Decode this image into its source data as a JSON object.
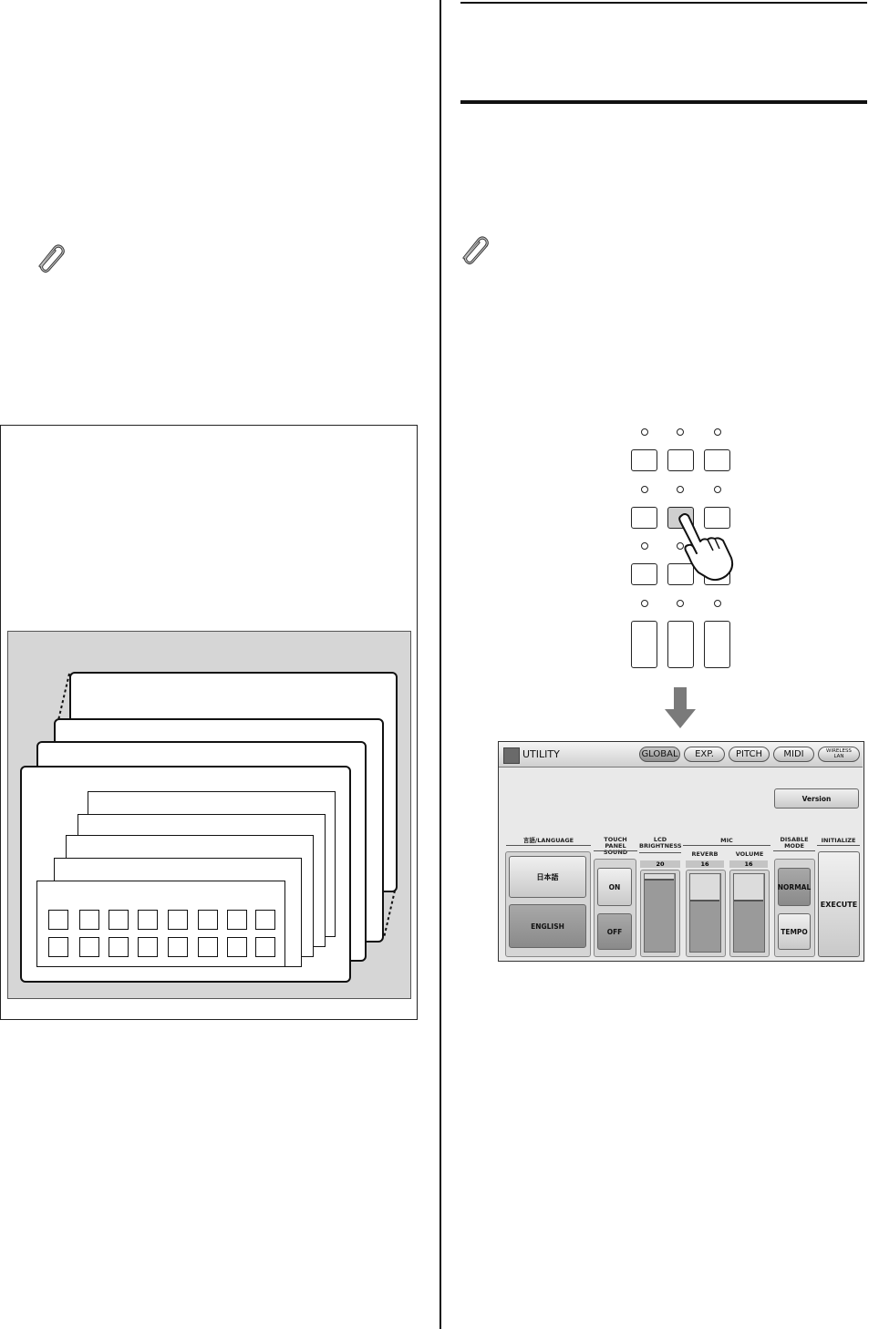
{
  "lcd": {
    "title": "UTILITY",
    "tabs": [
      "GLOBAL",
      "EXP.",
      "PITCH",
      "MIDI",
      "WIRELESS LAN"
    ],
    "version_button": "Version",
    "sections": {
      "language": {
        "header": "言語/LANGUAGE",
        "options": [
          "日本語",
          "ENGLISH"
        ],
        "selected": "ENGLISH"
      },
      "touch_panel_sound": {
        "header": [
          "TOUCH PANEL",
          "SOUND"
        ],
        "options": [
          "ON",
          "OFF"
        ],
        "selected": "OFF"
      },
      "lcd_brightness": {
        "header": [
          "LCD",
          "BRIGHTNESS"
        ],
        "value": "20"
      },
      "mic": {
        "header": "MIC",
        "reverb_label": "REVERB",
        "reverb_value": "16",
        "volume_label": "VOLUME",
        "volume_value": "16"
      },
      "disable_mode": {
        "header": [
          "DISABLE",
          "MODE"
        ],
        "options": [
          "NORMAL",
          "TEMPO"
        ],
        "selected": "NORMAL"
      },
      "initialize": {
        "header": "INITIALIZE",
        "button": "EXECUTE"
      }
    }
  },
  "icons": {
    "note_left": "paperclip-icon",
    "note_right": "paperclip-icon",
    "arrow": "arrow-down-icon",
    "hand": "pointing-hand-icon"
  },
  "colors": {
    "memory_background": "#d6d6d6",
    "lcd_background": "#e9e9e9",
    "selected_button": "#8a8a8a"
  }
}
